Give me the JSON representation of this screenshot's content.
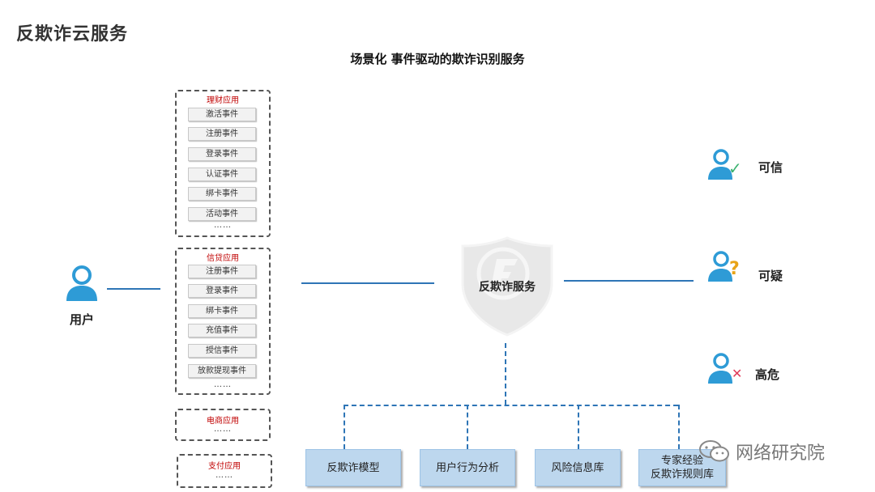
{
  "header": {
    "title": "反欺诈云服务",
    "subtitle": "场景化 事件驱动的欺诈识别服务"
  },
  "user": {
    "label": "用户"
  },
  "groups": [
    {
      "label": "理财应用",
      "events": [
        "激活事件",
        "注册事件",
        "登录事件",
        "认证事件",
        "绑卡事件",
        "活动事件"
      ],
      "more": "……"
    },
    {
      "label": "信贷应用",
      "events": [
        "注册事件",
        "登录事件",
        "绑卡事件",
        "充值事件",
        "授信事件",
        "放款提现事件"
      ],
      "more": "……"
    },
    {
      "label": "电商应用",
      "events": [],
      "more": "……"
    },
    {
      "label": "支付应用",
      "events": [],
      "more": "……"
    }
  ],
  "service": {
    "label": "反欺诈服务"
  },
  "results": [
    {
      "label": "可信",
      "icon": "user-check-icon",
      "mark": "✓",
      "mark_color": "#3cb371"
    },
    {
      "label": "可疑",
      "icon": "user-question-icon",
      "mark": "?",
      "mark_color": "#e8a317"
    },
    {
      "label": "高危",
      "icon": "user-cross-icon",
      "mark": "✕",
      "mark_color": "#e03c5a"
    }
  ],
  "knowledge": [
    {
      "label": "反欺诈模型"
    },
    {
      "label": "用户行为分析"
    },
    {
      "label": "风险信息库"
    },
    {
      "label": "专家经验\n反欺诈规则库"
    }
  ],
  "watermark": {
    "text": "网络研究院"
  },
  "colors": {
    "accent": "#2e75b6",
    "icon": "#2e9bd6",
    "box": "#bdd7ee",
    "group_label": "#c00000"
  }
}
